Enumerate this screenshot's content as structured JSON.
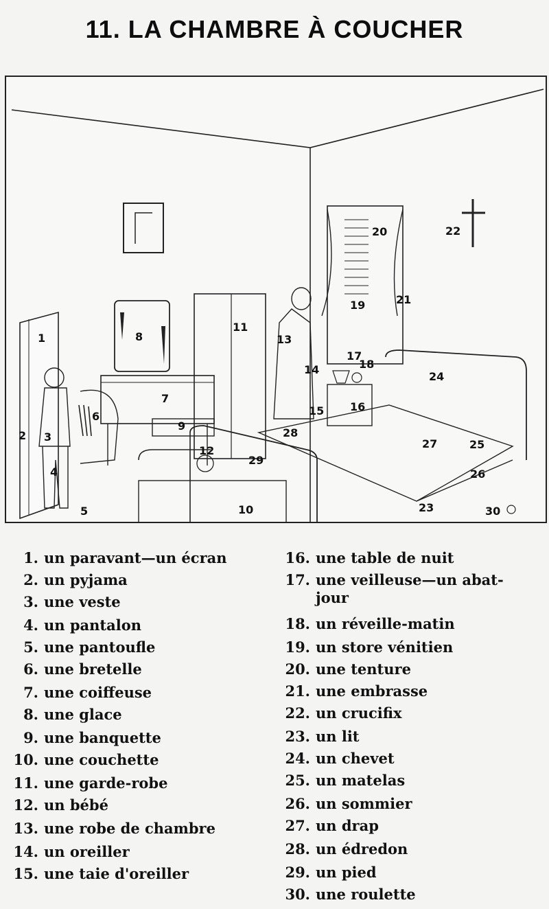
{
  "page": {
    "title": "11. LA CHAMBRE À COUCHER"
  },
  "illustration": {
    "labels": [
      "1",
      "2",
      "3",
      "4",
      "5",
      "6",
      "7",
      "8",
      "9",
      "10",
      "11",
      "12",
      "13",
      "14",
      "15",
      "16",
      "17",
      "18",
      "19",
      "20",
      "21",
      "22",
      "23",
      "24",
      "25",
      "26",
      "27",
      "28",
      "29",
      "30"
    ]
  },
  "legend": {
    "left": [
      {
        "num": "1.",
        "text": "un paravant—un écran"
      },
      {
        "num": "2.",
        "text": "un pyjama"
      },
      {
        "num": "3.",
        "text": "une veste"
      },
      {
        "num": "4.",
        "text": "un pantalon"
      },
      {
        "num": "5.",
        "text": "une pantoufle"
      },
      {
        "num": "6.",
        "text": "une bretelle"
      },
      {
        "num": "7.",
        "text": "une coiffeuse"
      },
      {
        "num": "8.",
        "text": "une glace"
      },
      {
        "num": "9.",
        "text": "une banquette"
      },
      {
        "num": "10.",
        "text": "une couchette"
      },
      {
        "num": "11.",
        "text": "une garde-robe"
      },
      {
        "num": "12.",
        "text": "un bébé"
      },
      {
        "num": "13.",
        "text": "une robe de chambre"
      },
      {
        "num": "14.",
        "text": "un oreiller"
      },
      {
        "num": "15.",
        "text": "une taie d'oreiller"
      }
    ],
    "right": [
      {
        "num": "16.",
        "text": "une table de nuit"
      },
      {
        "num": "17.",
        "text": "une veilleuse—un abat-jour"
      },
      {
        "num": "18.",
        "text": "un réveille-matin"
      },
      {
        "num": "19.",
        "text": "un store vénitien"
      },
      {
        "num": "20.",
        "text": "une tenture"
      },
      {
        "num": "21.",
        "text": "une embrasse"
      },
      {
        "num": "22.",
        "text": "un crucifix"
      },
      {
        "num": "23.",
        "text": "un lit"
      },
      {
        "num": "24.",
        "text": "un chevet"
      },
      {
        "num": "25.",
        "text": "un matelas"
      },
      {
        "num": "26.",
        "text": "un sommier"
      },
      {
        "num": "27.",
        "text": "un drap"
      },
      {
        "num": "28.",
        "text": "un édredon"
      },
      {
        "num": "29.",
        "text": "un pied"
      },
      {
        "num": "30.",
        "text": "une roulette"
      }
    ]
  }
}
